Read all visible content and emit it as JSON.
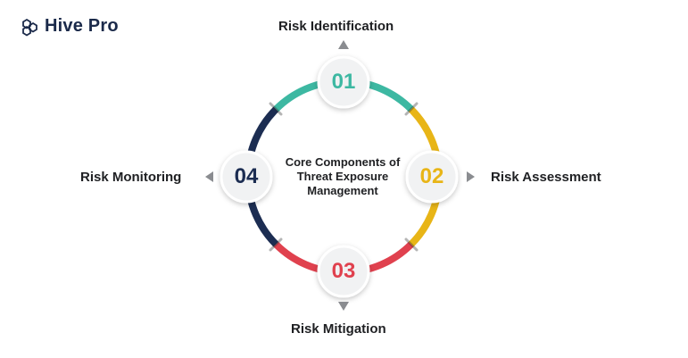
{
  "brand": {
    "name": "Hive Pro",
    "icon": "hive-pro-hexagon-logo"
  },
  "diagram": {
    "title": "Core Components of Threat Exposure Management",
    "title_lines": [
      "Core Components of",
      "Threat Exposure",
      "Management"
    ],
    "steps": [
      {
        "number": "01",
        "label": "Risk Identification",
        "color": "#3db8a2",
        "arrow": "up-triangle"
      },
      {
        "number": "02",
        "label": "Risk Assessment",
        "color": "#e8b517",
        "arrow": "right-triangle"
      },
      {
        "number": "03",
        "label": "Risk Mitigation",
        "color": "#e0414e",
        "arrow": "down-triangle"
      },
      {
        "number": "04",
        "label": "Risk Monitoring",
        "color": "#1c2d52",
        "arrow": "left-triangle"
      }
    ]
  }
}
